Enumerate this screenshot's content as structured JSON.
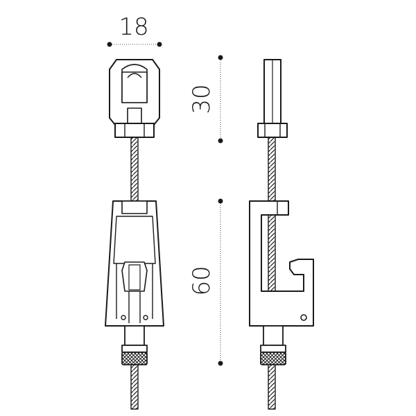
{
  "dimensions": {
    "width_label": "18",
    "top_height_label": "30",
    "bottom_height_label": "60"
  },
  "colors": {
    "stroke": "#1a1a1a",
    "fill": "#ffffff",
    "background": "#ffffff"
  }
}
